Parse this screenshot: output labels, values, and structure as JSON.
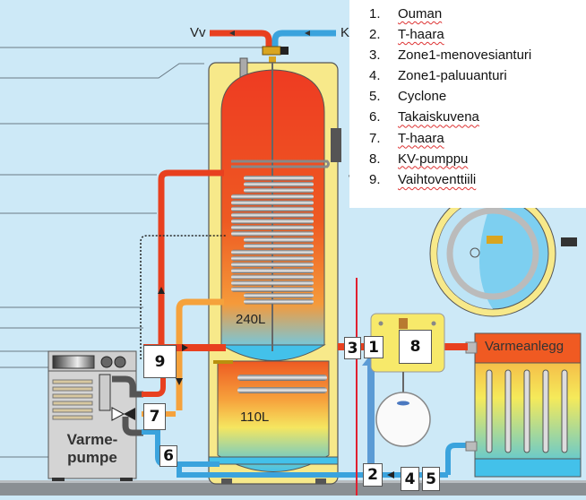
{
  "diagram": {
    "title_labels": {
      "hot_water": "Vv",
      "cold_water": "Kv",
      "upper_volume": "240L",
      "lower_volume": "110L",
      "heat_pump": "Varme-\npumpe",
      "heat_pump_line1": "Varme-",
      "heat_pump_line2": "pumpe",
      "heating_system": "Varmeanlegg",
      "partial_hidden_text": "va"
    },
    "markers": [
      {
        "id": "1",
        "label": "1"
      },
      {
        "id": "2",
        "label": "2"
      },
      {
        "id": "3",
        "label": "3"
      },
      {
        "id": "4",
        "label": "4"
      },
      {
        "id": "5",
        "label": "5"
      },
      {
        "id": "6",
        "label": "6"
      },
      {
        "id": "7",
        "label": "7"
      },
      {
        "id": "8",
        "label": "8"
      },
      {
        "id": "9",
        "label": "9"
      }
    ],
    "legend": [
      {
        "num": "1.",
        "text": "Ouman",
        "spellcheck": true
      },
      {
        "num": "2.",
        "text": "T-haara",
        "spellcheck": true
      },
      {
        "num": "3.",
        "text": "Zone1-menovesianturi",
        "spellcheck": false
      },
      {
        "num": "4.",
        "text": "Zone1-paluuanturi",
        "spellcheck": false
      },
      {
        "num": "5.",
        "text": "Cyclone",
        "spellcheck": false
      },
      {
        "num": "6.",
        "text": "Takaiskuvena",
        "spellcheck": true
      },
      {
        "num": "7.",
        "text": "T-haara",
        "spellcheck": true
      },
      {
        "num": "8.",
        "text": "KV-pumppu",
        "spellcheck": true
      },
      {
        "num": "9.",
        "text": "Vaihtoventtiili",
        "spellcheck": true
      }
    ],
    "colors": {
      "background": "#cde9f7",
      "hot_pipe": "#e8401f",
      "cold_pipe": "#3aa3dd",
      "warm_pipe": "#f5a23c",
      "tank_jacket": "#f7e98a",
      "tank_hot": "#ee3b22",
      "tank_cool": "#43c1ea",
      "heat_pump_body": "#d4d4d4",
      "radiator_header": "#f05a22",
      "sensor_line": "#e02030"
    }
  }
}
